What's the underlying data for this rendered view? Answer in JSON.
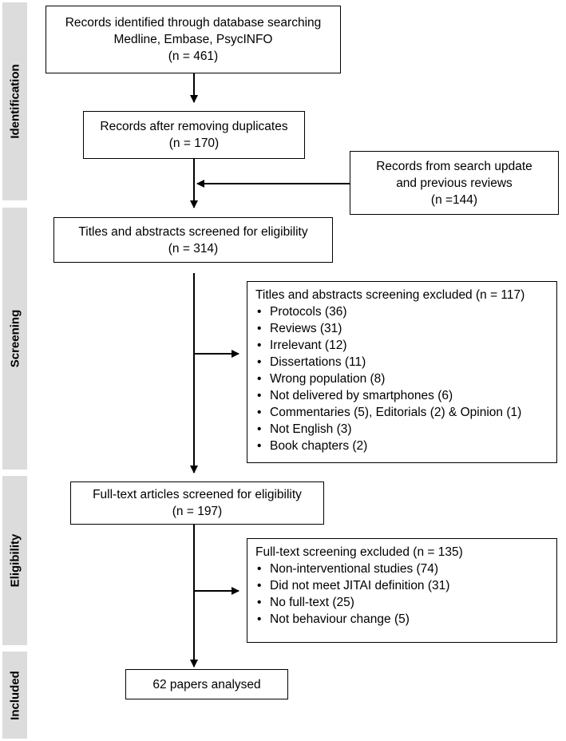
{
  "stages": {
    "identification": "Identification",
    "screening": "Screening",
    "eligibility": "Eligibility",
    "included": "Included"
  },
  "boxes": {
    "database_search": {
      "lines": [
        "Records identified through database searching",
        "Medline, Embase, PsycINFO",
        "(n = 461)"
      ]
    },
    "after_duplicates": {
      "lines": [
        "Records after removing duplicates",
        "(n = 170)"
      ]
    },
    "search_update": {
      "lines": [
        "Records from search update",
        "and previous reviews",
        "(n =144)"
      ]
    },
    "titles_abstracts": {
      "lines": [
        "Titles and abstracts screened for eligibility",
        "(n = 314)"
      ]
    },
    "screening_excluded": {
      "title": "Titles and abstracts screening excluded (n = 117)",
      "items": [
        "Protocols (36)",
        "Reviews (31)",
        "Irrelevant (12)",
        "Dissertations (11)",
        "Wrong population (8)",
        "Not delivered by smartphones (6)",
        "Commentaries (5), Editorials (2) & Opinion (1)",
        "Not English (3)",
        "Book chapters (2)"
      ]
    },
    "full_text": {
      "lines": [
        "Full-text articles screened for eligibility",
        "(n = 197)"
      ]
    },
    "fulltext_excluded": {
      "title": "Full-text screening excluded (n = 135)",
      "items": [
        "Non-interventional studies (74)",
        "Did not meet JITAI definition (31)",
        "No full-text (25)",
        "Not behaviour change (5)"
      ]
    },
    "included": {
      "lines": [
        "62 papers analysed"
      ]
    }
  }
}
